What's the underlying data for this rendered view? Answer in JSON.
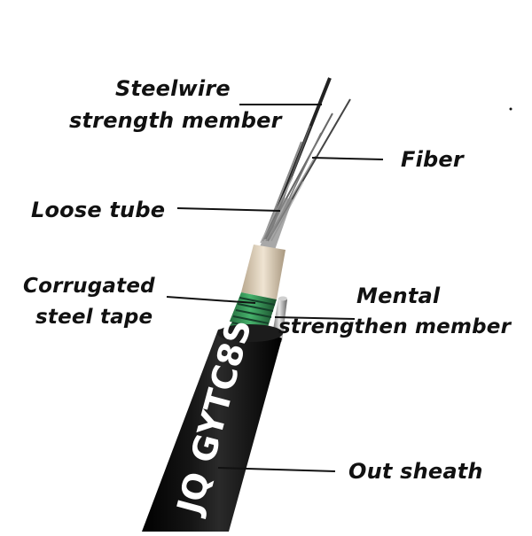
{
  "labels": {
    "steelwire_line1": "Steelwire",
    "steelwire_line2": "strength member",
    "fiber": "Fiber",
    "loose_tube": "Loose tube",
    "corrugated_line1": "Corrugated",
    "corrugated_line2": "steel tape",
    "mental_line1": "Mental",
    "mental_line2": "strengthen member",
    "out_sheath": "Out sheath"
  },
  "cable_print": "JQ  GYTC8S",
  "colors": {
    "sheath": "#0b0b0b",
    "steel_tape": "#2e8a4e",
    "inner_tube": "#d8c8b0",
    "label_text": "#111111",
    "background": "#ffffff"
  }
}
